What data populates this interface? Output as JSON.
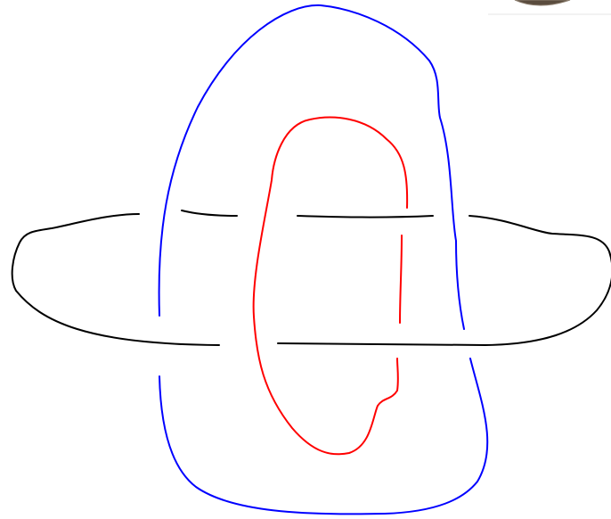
{
  "diagram": {
    "kind": "link-diagram",
    "components": [
      {
        "id": "black-component",
        "color": "#000000"
      },
      {
        "id": "blue-component",
        "color": "#0000ff"
      },
      {
        "id": "red-component",
        "color": "#ff0000"
      }
    ],
    "decoration": {
      "icon": "partial-circle-image",
      "color": "#5a4c3e"
    }
  }
}
